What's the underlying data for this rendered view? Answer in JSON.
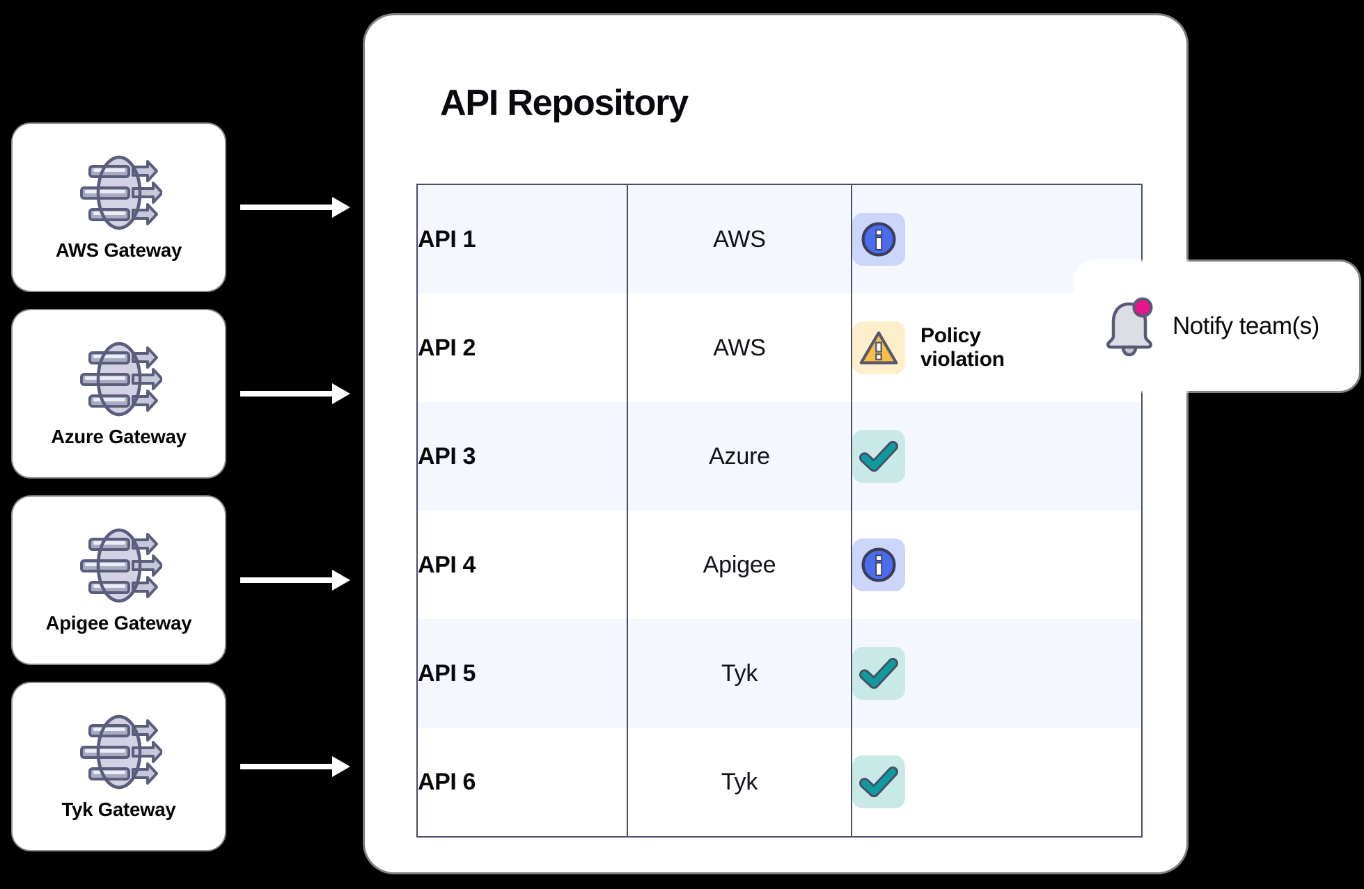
{
  "colors": {
    "background": "#000000",
    "card": "#ffffff",
    "table_border": "#4a4c68",
    "row_alt": "#f4f8fe",
    "icon_lavender": "#d2d2e4",
    "icon_outline": "#5b5d7c",
    "info_blue": "#4a6df0",
    "info_bg": "#ccd6fb",
    "warn_amber": "#fbbf45",
    "warn_bg": "#fdeecc",
    "ok_teal": "#0d9b9b",
    "ok_bg": "#c9e9e7",
    "badge_pink": "#e9158c",
    "bell_gray": "#dddde4",
    "arrow_white": "#ffffff"
  },
  "gateways": {
    "items": [
      {
        "label": "AWS Gateway",
        "icon": "api-gateway-icon"
      },
      {
        "label": "Azure Gateway",
        "icon": "api-gateway-icon"
      },
      {
        "label": "Apigee Gateway",
        "icon": "api-gateway-icon"
      },
      {
        "label": "Tyk Gateway",
        "icon": "api-gateway-icon"
      }
    ]
  },
  "flow_arrows": {
    "count": 4,
    "icon": "arrow-right-icon",
    "direction": "left-to-right"
  },
  "panel": {
    "title": "API Repository",
    "table": {
      "rows": [
        {
          "name": "API 1",
          "provider": "AWS",
          "status_icon": "info-icon",
          "status_text": ""
        },
        {
          "name": "API 2",
          "provider": "AWS",
          "status_icon": "warning-icon",
          "status_text": "Policy violation"
        },
        {
          "name": "API 3",
          "provider": "Azure",
          "status_icon": "check-icon",
          "status_text": ""
        },
        {
          "name": "API 4",
          "provider": "Apigee",
          "status_icon": "info-icon",
          "status_text": ""
        },
        {
          "name": "API 5",
          "provider": "Tyk",
          "status_icon": "check-icon",
          "status_text": ""
        },
        {
          "name": "API 6",
          "provider": "Tyk",
          "status_icon": "check-icon",
          "status_text": ""
        }
      ]
    }
  },
  "notify": {
    "label": "Notify team(s)",
    "icon": "bell-icon",
    "badge_icon": "notification-dot-icon"
  }
}
